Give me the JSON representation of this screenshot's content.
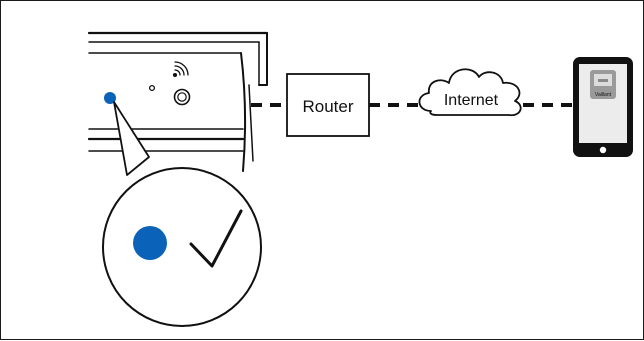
{
  "diagram": {
    "router_label": "Router",
    "internet_label": "Internet",
    "app_brand": "Vaillant"
  },
  "status": {
    "led_color": "#0a63b8",
    "led_state": "connected",
    "check_icon": "check-icon"
  },
  "colors": {
    "line": "#111111",
    "phone_screen": "#e9e9e9"
  }
}
